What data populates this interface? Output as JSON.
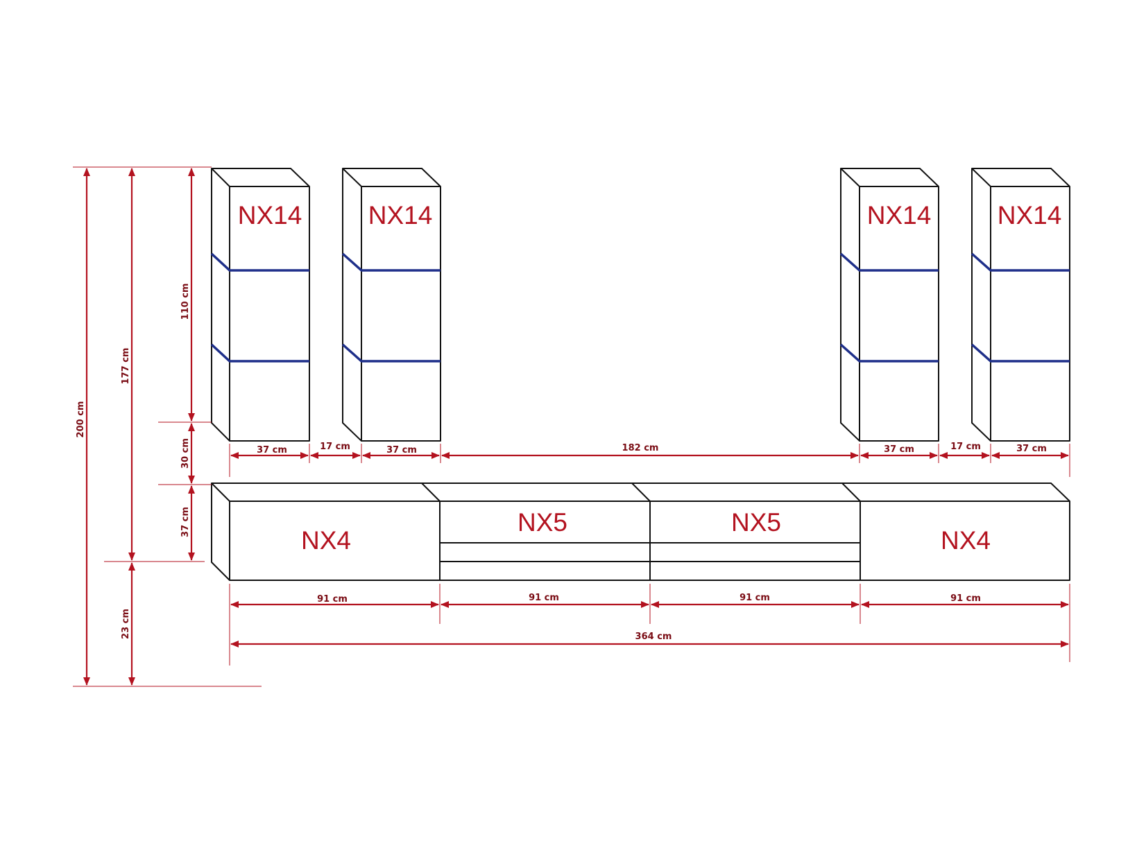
{
  "colors": {
    "dimension": "#b3121f",
    "outline": "#111111",
    "led_strip": "#1e2f8a",
    "background": "#ffffff"
  },
  "units": {
    "tall_1": "NX14",
    "tall_2": "NX14",
    "tall_3": "NX14",
    "tall_4": "NX14",
    "low_1": "NX4",
    "low_2": "NX5",
    "low_3": "NX5",
    "low_4": "NX4"
  },
  "dimensions": {
    "total_height": "200 cm",
    "top_to_low_bottom": "177 cm",
    "tall_height": "110 cm",
    "gap_height": "30 cm",
    "low_height": "37 cm",
    "floor_clearance": "23 cm",
    "tall_1_width": "37 cm",
    "tall_gap_left": "17 cm",
    "tall_2_width": "37 cm",
    "middle_gap": "182 cm",
    "tall_3_width": "37 cm",
    "tall_gap_right": "17 cm",
    "tall_4_width": "37 cm",
    "low_1_width": "91 cm",
    "low_2_width": "91 cm",
    "low_3_width": "91 cm",
    "low_4_width": "91 cm",
    "total_width": "364 cm"
  }
}
